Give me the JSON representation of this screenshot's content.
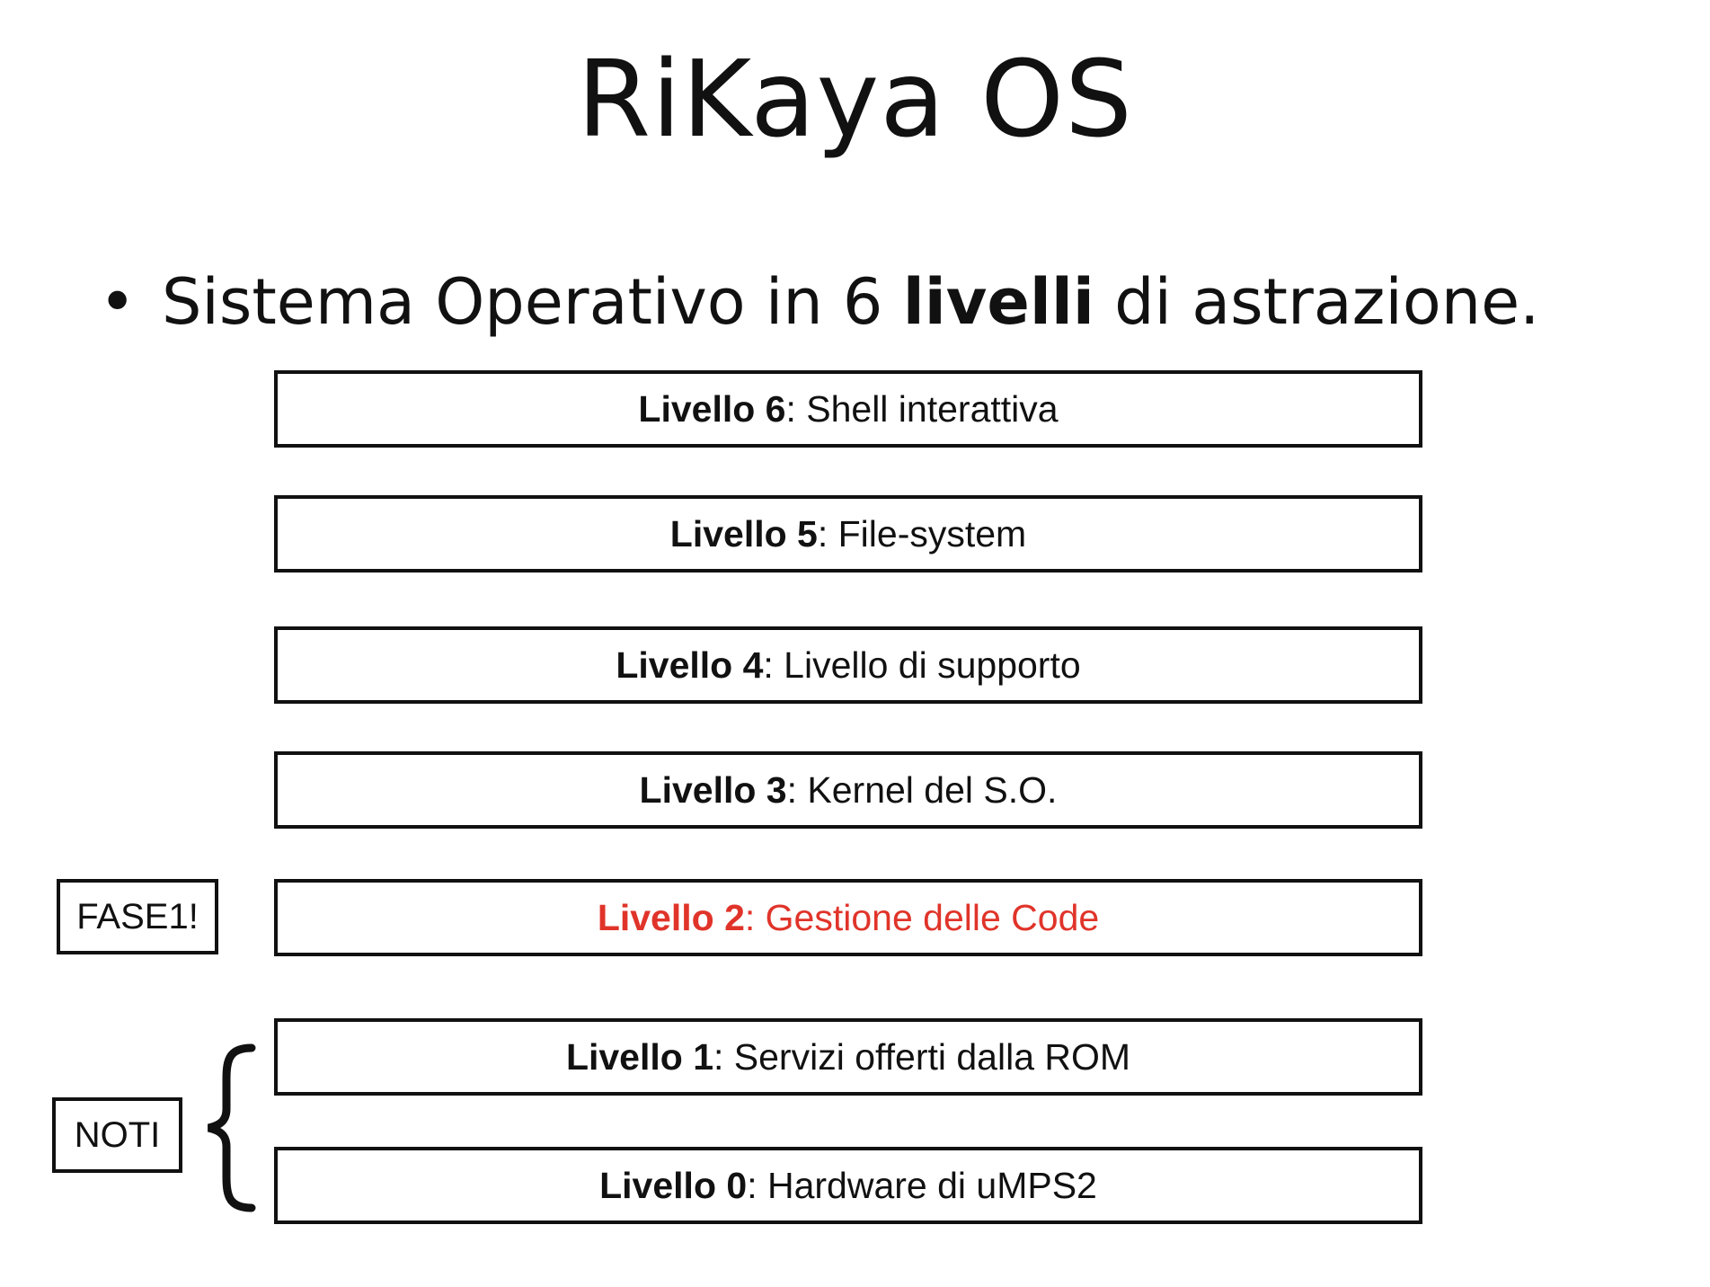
{
  "slide": {
    "title": "RiKaya OS",
    "bullet": {
      "symbol": "•",
      "text_before": "Sistema Operativo in 6 ",
      "text_bold": "livelli",
      "text_after": " di astrazione."
    },
    "levels": [
      {
        "name": "Livello 6",
        "desc": ": Shell interattiva"
      },
      {
        "name": "Livello 5",
        "desc": ": File-system"
      },
      {
        "name": "Livello 4",
        "desc": ": Livello di supporto"
      },
      {
        "name": "Livello 3",
        "desc": ": Kernel del S.O."
      },
      {
        "name": "Livello 2",
        "desc": ": Gestione delle Code",
        "highlight_color": "#e0342a"
      },
      {
        "name": "Livello 1",
        "desc": ": Servizi offerti dalla ROM"
      },
      {
        "name": "Livello 0",
        "desc": ": Hardware di uMPS2"
      }
    ],
    "side_labels": {
      "fase1": "FASE1!",
      "noti": "NOTI"
    },
    "icons": {
      "brace": "curly-brace-icon"
    }
  }
}
